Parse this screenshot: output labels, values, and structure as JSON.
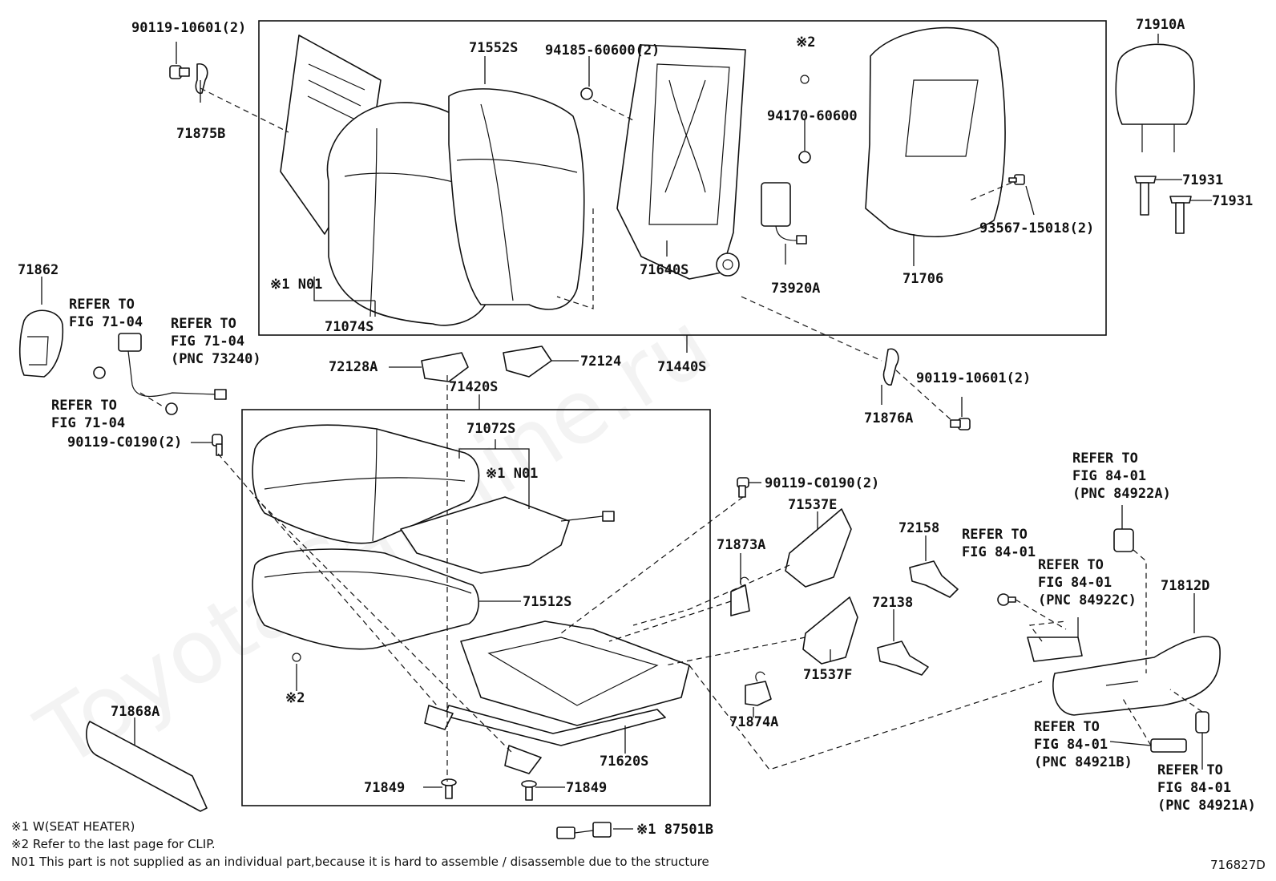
{
  "diagram": {
    "watermark": "ToyotaCarMine.ru",
    "figure_code": "716827D",
    "labels": {
      "p90119_10601_a": "90119-10601(2)",
      "p71875B": "71875B",
      "p71552S": "71552S",
      "p94185_60600": "94185-60600(2)",
      "mark2_top": "※2",
      "p94170_60600": "94170-60600",
      "p71910A": "71910A",
      "p71931_a": "71931",
      "p71931_b": "71931",
      "p93567_15018": "93567-15018(2)",
      "p71706": "71706",
      "p73920A": "73920A",
      "p71640S": "71640S",
      "n01_back": "※1 N01",
      "p71074S": "71074S",
      "p71862": "71862",
      "refer_a_1": "REFER TO",
      "refer_a_2": "FIG 71-04",
      "refer_b_1": "REFER TO",
      "refer_b_2": "FIG 71-04",
      "refer_b_3": "(PNC 73240)",
      "refer_c_1": "REFER TO",
      "refer_c_2": "FIG 71-04",
      "p72128A": "72128A",
      "p72124": "72124",
      "p71440S": "71440S",
      "p71420S": "71420S",
      "p90119_10601_b": "90119-10601(2)",
      "p71876A": "71876A",
      "p90119_C0190_a": "90119-C0190(2)",
      "p71072S": "71072S",
      "n01_cushion": "※1 N01",
      "p90119_C0190_b": "90119-C0190(2)",
      "p71537E": "71537E",
      "p71873A": "71873A",
      "p72158": "72158",
      "refer_d_1": "REFER TO",
      "refer_d_2": "FIG 84-01",
      "refer_d_3": "(PNC 84922A)",
      "refer_e_1": "REFER TO",
      "refer_e_2": "FIG 84-01",
      "refer_f_1": "REFER TO",
      "refer_f_2": "FIG 84-01",
      "refer_f_3": "(PNC 84922C)",
      "p71812D": "71812D",
      "p71512S": "71512S",
      "p72138": "72138",
      "p71537F": "71537F",
      "mark2_bottom": "※2",
      "p71868A": "71868A",
      "p71874A": "71874A",
      "refer_g_1": "REFER TO",
      "refer_g_2": "FIG 84-01",
      "refer_g_3": "(PNC 84921B)",
      "refer_h_1": "REFER TO",
      "refer_h_2": "FIG 84-01",
      "refer_h_3": "(PNC 84921A)",
      "p71620S": "71620S",
      "p71849_a": "71849",
      "p71849_b": "71849",
      "p87501B": "※1 87501B"
    },
    "notes": [
      "※1 W(SEAT HEATER)",
      "※2 Refer to the last page for CLIP.",
      "N01 This part is not supplied as an individual part,because it is hard to assemble / disassemble due to the structure"
    ]
  }
}
